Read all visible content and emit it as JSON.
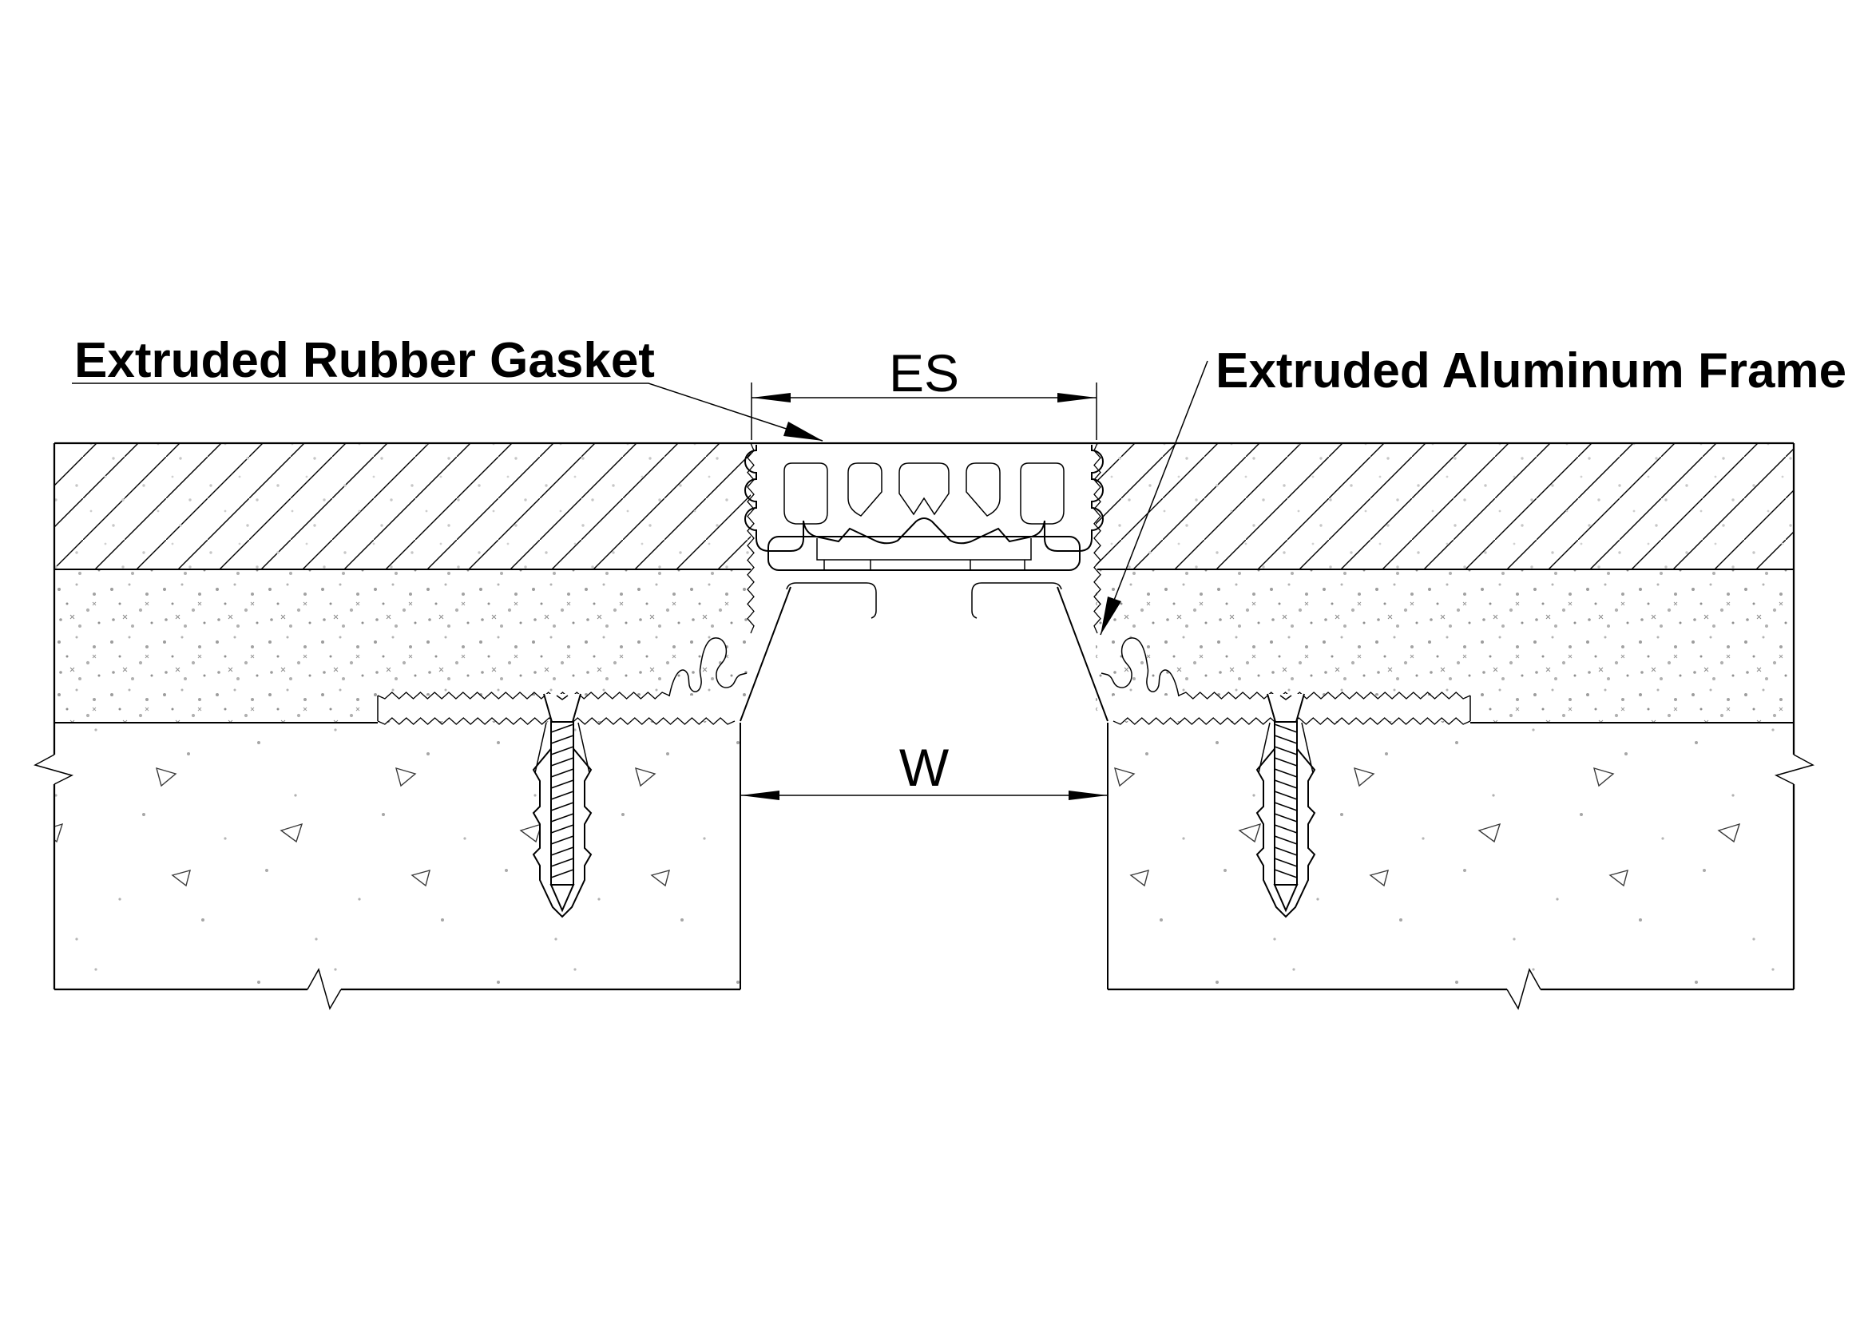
{
  "drawing": {
    "subject": "Floor expansion joint cover cross-section detail",
    "background_color": "#ffffff",
    "line_color": "#000000"
  },
  "labels": {
    "rubber_gasket": "Extruded Rubber Gasket",
    "aluminum_frame": "Extruded Aluminum Frame"
  },
  "dimensions": {
    "seal_width": "ES",
    "joint_width": "W"
  }
}
